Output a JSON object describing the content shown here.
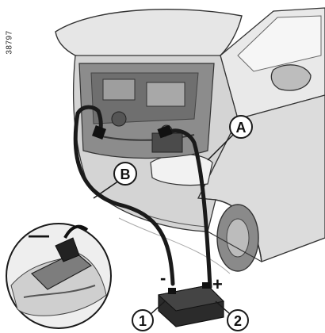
{
  "figure": {
    "reference_code": "38797",
    "callouts": {
      "a": "A",
      "b": "B",
      "one": "1",
      "two": "2"
    },
    "polarity": {
      "minus": "-",
      "plus": "+",
      "inset_minus": "—"
    },
    "colors": {
      "line": "#1a1a1a",
      "body_shade": "#d9d9d9",
      "body_light": "#efefef",
      "engine_dark": "#6b6b6b",
      "battery": "#2b2b2b"
    }
  }
}
